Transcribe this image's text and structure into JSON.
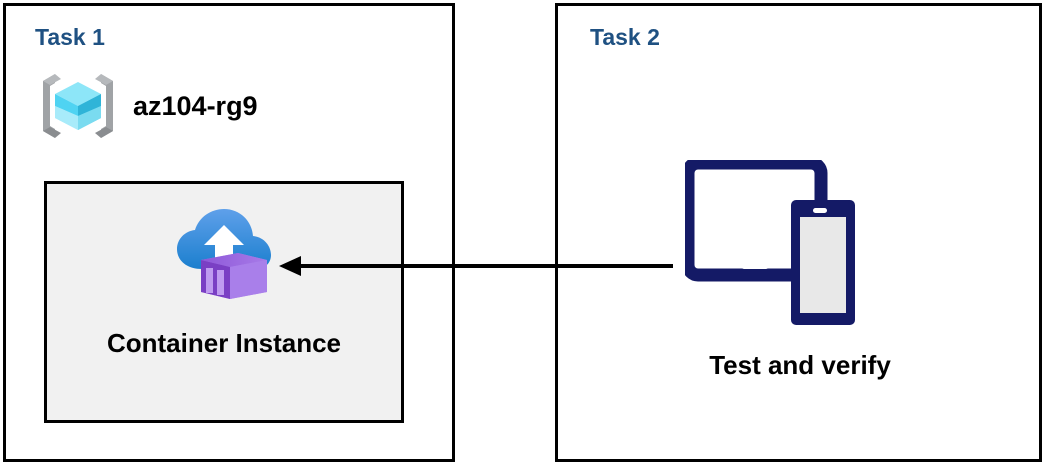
{
  "diagram": {
    "title": "Azure container instance task diagram",
    "background_color": "#FFFFFF",
    "panel_border_color": "#000000",
    "title_color": "#1F5182",
    "arrow_color": "#000000"
  },
  "panels": [
    {
      "id": "task1",
      "title": "Task 1",
      "resource_group": {
        "label": "az104-rg9",
        "icon": "azure-resource-group-icon",
        "icon_colors": {
          "bracket": "#A0A3A6",
          "bracket_shade": "#8A8D90",
          "cube_top": "#86E2F7",
          "cube_left": "#50D9F5",
          "cube_right": "#32B8D9",
          "cube_bottom_left": "#9FE9FA",
          "cube_bottom_right": "#7FD8EE"
        }
      },
      "resource_box": {
        "label": "Container Instance",
        "icon": "azure-container-instances-icon",
        "background_color": "#F1F1F1",
        "border_color": "#000000",
        "icon_colors": {
          "cloud_top": "#5B9BE8",
          "cloud_bottom": "#1E86D4",
          "arrow": "#FFFFFF",
          "container_front": "#A97FEA",
          "container_side": "#7A3FC4",
          "container_top": "#8F57D9",
          "container_slat": "#BF9BF0"
        }
      }
    },
    {
      "id": "task2",
      "title": "Task 2",
      "devices": {
        "label": "Test and verify",
        "icon": "devices-tablet-phone-icon",
        "icon_colors": {
          "frame": "#141A66",
          "tablet_screen": "#FFFFFF",
          "phone_screen": "#E8E8E8"
        }
      }
    }
  ],
  "connection": {
    "name": "test-to-container-arrow",
    "direction": "right-to-left",
    "from": "Test and verify",
    "to": "Container Instance",
    "color": "#000000"
  }
}
